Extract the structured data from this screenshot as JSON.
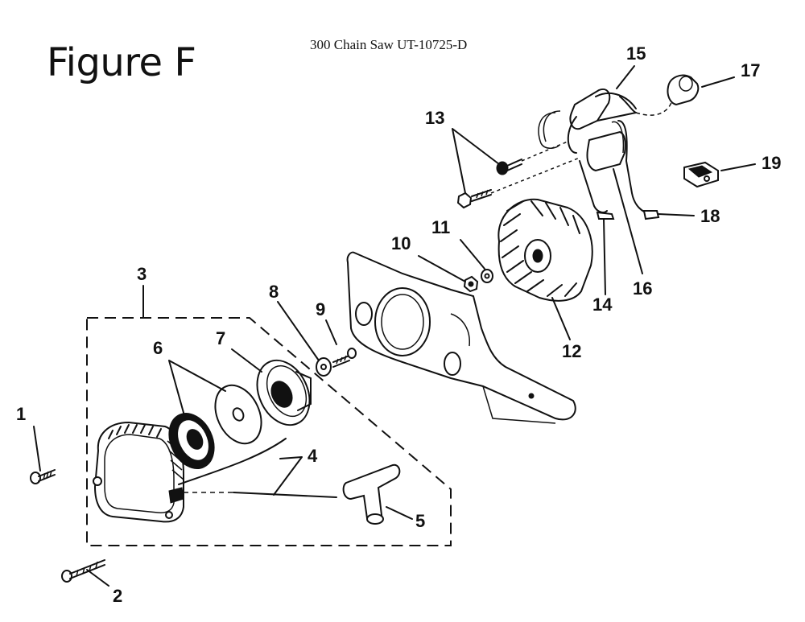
{
  "figure_title": "Figure F",
  "subtitle": "300 Chain Saw UT-10725-D",
  "callouts": [
    "1",
    "2",
    "3",
    "4",
    "5",
    "6",
    "7",
    "8",
    "9",
    "10",
    "11",
    "12",
    "13",
    "14",
    "15",
    "16",
    "17",
    "18",
    "19"
  ],
  "icons": {
    "starter_housing": "recoil-starter-housing",
    "flywheel": "flywheel",
    "ignition_module": "ignition-coil",
    "crankcase_cover": "starter-side-cover"
  }
}
